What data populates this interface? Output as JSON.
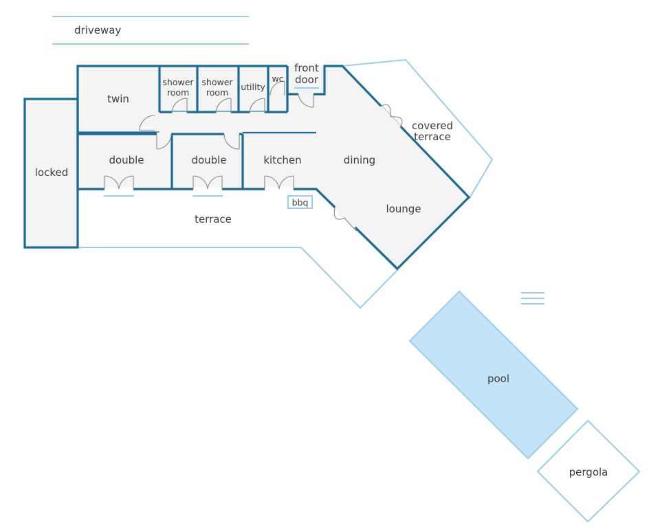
{
  "colors": {
    "wall": "#1d6a95",
    "light_outline": "#9cccea",
    "pool_fill": "#c3e3f6",
    "floor": "#f4f4f4",
    "text": "#3c3c3c"
  },
  "labels": {
    "driveway": "driveway",
    "twin": "twin",
    "shower_room_1_line1": "shower",
    "shower_room_1_line2": "room",
    "shower_room_2_line1": "shower",
    "shower_room_2_line2": "room",
    "utility": "utility",
    "wc": "wc",
    "front_door_line1": "front",
    "front_door_line2": "door",
    "covered_terrace_line1": "covered",
    "covered_terrace_line2": "terrace",
    "locked": "locked",
    "double_1": "double",
    "double_2": "double",
    "kitchen": "kitchen",
    "dining": "dining",
    "lounge": "lounge",
    "bbq": "bbq",
    "terrace": "terrace",
    "pool": "pool",
    "pergola": "pergola"
  },
  "icons": {
    "pool_steps": "three-line-steps-icon",
    "door_swing": "door-swing-icon"
  }
}
